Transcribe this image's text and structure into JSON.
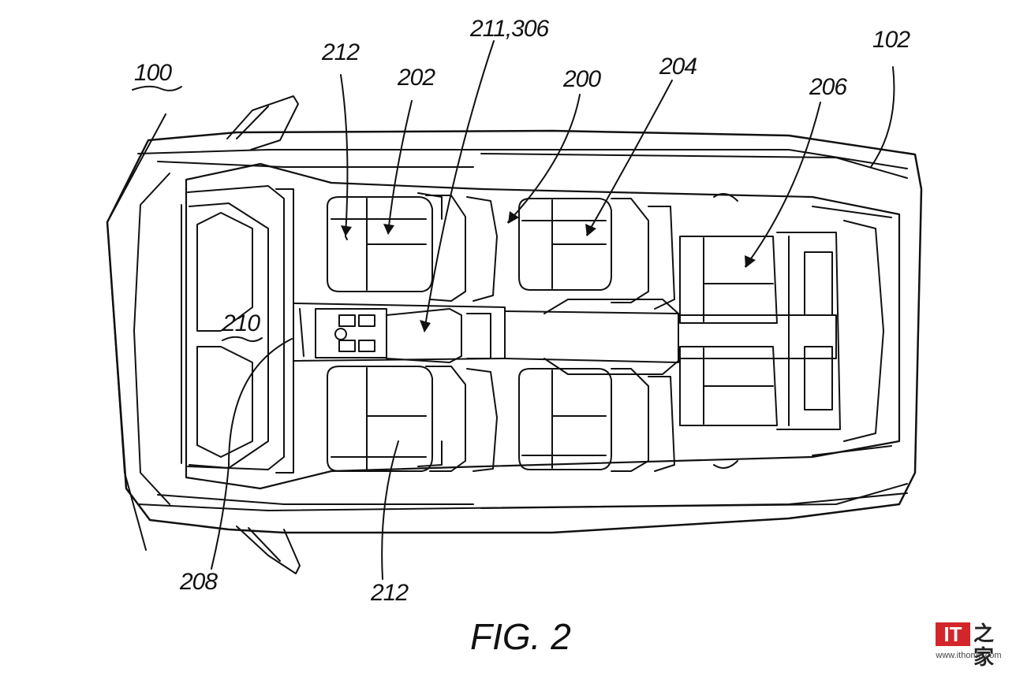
{
  "figure": {
    "caption": "FIG. 2",
    "labels": {
      "vehicle": "100",
      "body": "102",
      "cabin": "200",
      "front_seat": "202",
      "rear_seat": "204",
      "third_row": "206",
      "dash": "208",
      "front_area": "210",
      "console": "211,306",
      "seat_upper": "212",
      "seat_lower": "212"
    }
  },
  "watermark": {
    "logo_text": "IT",
    "glyph_text": "之家",
    "url": "www.ithome.com",
    "brand_color": "#d3262b"
  }
}
